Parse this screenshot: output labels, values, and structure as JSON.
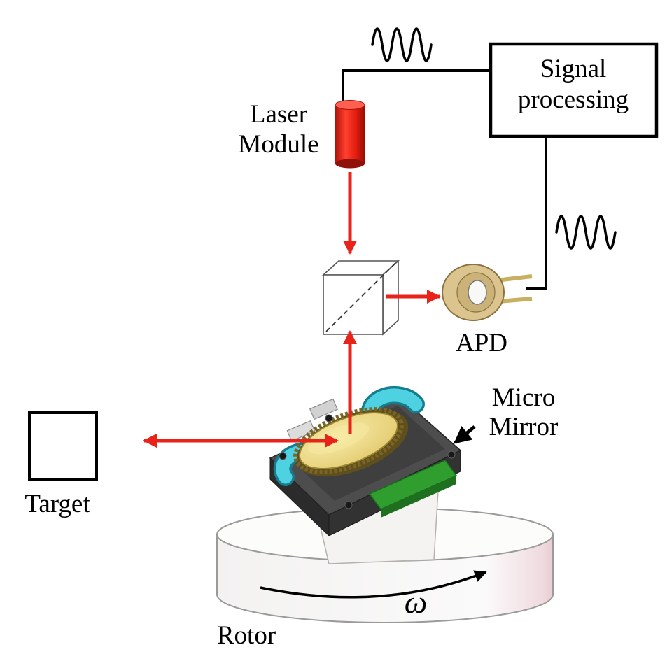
{
  "diagram": {
    "type": "optical-system-schematic",
    "labels": {
      "signal_processing": {
        "line1": "Signal",
        "line2": "processing"
      },
      "laser_module": {
        "line1": "Laser",
        "line2": "Module"
      },
      "apd": "APD",
      "micro_mirror": {
        "line1": "Micro",
        "line2": "Mirror"
      },
      "target": "Target",
      "rotor": "Rotor",
      "omega": "ω"
    },
    "colors": {
      "beam_red": "#e8231a",
      "wire_black": "#000000",
      "laser_red": "#e02013",
      "apd_tan": "#dcc48e",
      "mirror_gold": "#e6cf77",
      "actuator_cyan": "#4ed2e2",
      "pcb_green": "#2f9e2f",
      "plate_gray": "#4d4d4d",
      "mount_white": "#f4f3f2"
    },
    "components": [
      "laser-module",
      "signal-processing-unit",
      "beam-splitter-cube",
      "apd-detector",
      "micro-mirror-assembly",
      "target",
      "rotor"
    ]
  }
}
